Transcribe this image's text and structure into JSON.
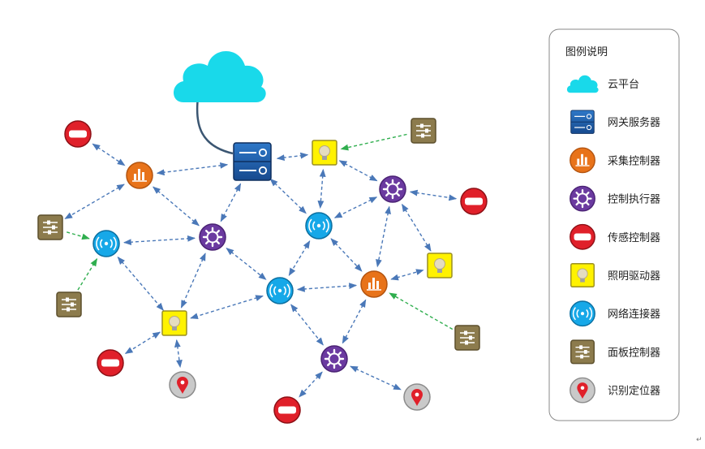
{
  "legend": {
    "title": "图例说明",
    "items": [
      {
        "type": "cloud",
        "label": "云平台"
      },
      {
        "type": "gateway",
        "label": "网关服务器"
      },
      {
        "type": "collector",
        "label": "采集控制器"
      },
      {
        "type": "actuator",
        "label": "控制执行器"
      },
      {
        "type": "sensor",
        "label": "传感控制器"
      },
      {
        "type": "light",
        "label": "照明驱动器"
      },
      {
        "type": "network",
        "label": "网络连接器"
      },
      {
        "type": "panel",
        "label": "面板控制器"
      },
      {
        "type": "locator",
        "label": "识别定位器"
      }
    ]
  },
  "colors": {
    "cloud": "#19d9ea",
    "gateway": "#1d5aa8",
    "collector": "#e8731a",
    "actuator": "#6b3aa0",
    "sensor": "#e0202a",
    "light": "#fff200",
    "network": "#16a8e8",
    "panel": "#8c7b4d",
    "locator": "#c9c9c9",
    "link": "#4a78b8",
    "panel_link": "#2fae4e",
    "cloud_cable": "#3b5672"
  },
  "trailing_mark": "↵",
  "nodes": [
    {
      "id": "cloud",
      "type": "cloud"
    },
    {
      "id": "gw",
      "type": "gateway"
    },
    {
      "id": "c1",
      "type": "collector"
    },
    {
      "id": "c2",
      "type": "collector"
    },
    {
      "id": "a1",
      "type": "actuator"
    },
    {
      "id": "a2",
      "type": "actuator"
    },
    {
      "id": "a3",
      "type": "actuator"
    },
    {
      "id": "n1",
      "type": "network"
    },
    {
      "id": "n2",
      "type": "network"
    },
    {
      "id": "n3",
      "type": "network"
    },
    {
      "id": "l1",
      "type": "light"
    },
    {
      "id": "l2",
      "type": "light"
    },
    {
      "id": "l3",
      "type": "light"
    },
    {
      "id": "s1",
      "type": "sensor"
    },
    {
      "id": "s2",
      "type": "sensor"
    },
    {
      "id": "s3",
      "type": "sensor"
    },
    {
      "id": "s4",
      "type": "sensor"
    },
    {
      "id": "p1",
      "type": "panel"
    },
    {
      "id": "p2",
      "type": "panel"
    },
    {
      "id": "p3",
      "type": "panel"
    },
    {
      "id": "p4",
      "type": "panel"
    },
    {
      "id": "r1",
      "type": "locator"
    },
    {
      "id": "r2",
      "type": "locator"
    }
  ],
  "links": [
    {
      "from": "cloud",
      "to": "gw",
      "kind": "cable"
    },
    {
      "from": "gw",
      "to": "c1",
      "kind": "double"
    },
    {
      "from": "gw",
      "to": "l1",
      "kind": "double"
    },
    {
      "from": "gw",
      "to": "a1",
      "kind": "double"
    },
    {
      "from": "gw",
      "to": "n2",
      "kind": "double"
    },
    {
      "from": "s1",
      "to": "c1",
      "kind": "double"
    },
    {
      "from": "c1",
      "to": "p1",
      "kind": "double"
    },
    {
      "from": "c1",
      "to": "a1",
      "kind": "double"
    },
    {
      "from": "l1",
      "to": "n2",
      "kind": "double"
    },
    {
      "from": "l1",
      "to": "a2",
      "kind": "double"
    },
    {
      "from": "a2",
      "to": "s2",
      "kind": "double"
    },
    {
      "from": "a2",
      "to": "n2",
      "kind": "double"
    },
    {
      "from": "a2",
      "to": "c2",
      "kind": "double"
    },
    {
      "from": "a2",
      "to": "l3",
      "kind": "double"
    },
    {
      "from": "n1",
      "to": "a1",
      "kind": "double"
    },
    {
      "from": "n1",
      "to": "l2",
      "kind": "double"
    },
    {
      "from": "a1",
      "to": "l2",
      "kind": "double"
    },
    {
      "from": "a1",
      "to": "n3",
      "kind": "double"
    },
    {
      "from": "n2",
      "to": "n3",
      "kind": "double"
    },
    {
      "from": "n2",
      "to": "c2",
      "kind": "double"
    },
    {
      "from": "n3",
      "to": "c2",
      "kind": "double"
    },
    {
      "from": "n3",
      "to": "l2",
      "kind": "double"
    },
    {
      "from": "n3",
      "to": "a3",
      "kind": "double"
    },
    {
      "from": "c2",
      "to": "l3",
      "kind": "double"
    },
    {
      "from": "c2",
      "to": "a3",
      "kind": "double"
    },
    {
      "from": "l2",
      "to": "s3",
      "kind": "double"
    },
    {
      "from": "l2",
      "to": "r1",
      "kind": "double"
    },
    {
      "from": "a3",
      "to": "s4",
      "kind": "double"
    },
    {
      "from": "a3",
      "to": "r2",
      "kind": "double"
    },
    {
      "from": "p1",
      "to": "n1",
      "kind": "panel"
    },
    {
      "from": "p2",
      "to": "n1",
      "kind": "panel"
    },
    {
      "from": "p3",
      "to": "l1",
      "kind": "panel"
    },
    {
      "from": "p4",
      "to": "c2",
      "kind": "panel"
    }
  ]
}
